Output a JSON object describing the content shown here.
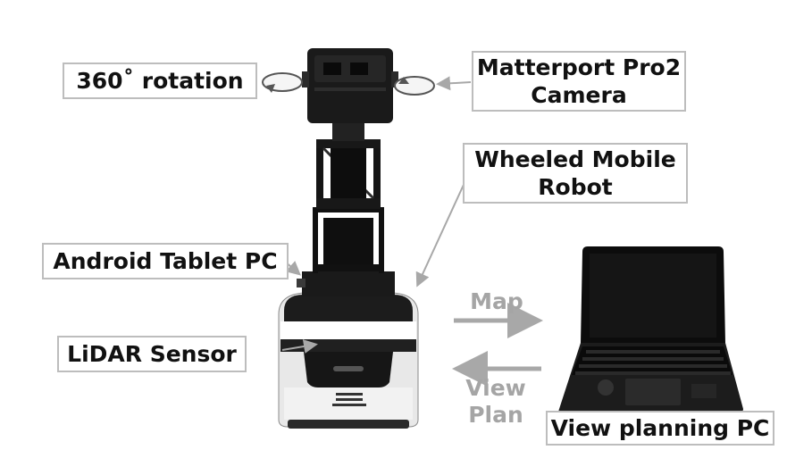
{
  "labels": {
    "rotation": "360˚ rotation",
    "camera": "Matterport Pro2\nCamera",
    "robot": "Wheeled Mobile\nRobot",
    "tablet": "Android Tablet PC",
    "lidar": "LiDAR Sensor",
    "pc": "View planning PC"
  },
  "flows": {
    "map": "Map",
    "view_plan": "View\nPlan"
  },
  "colors": {
    "arrow_gray": "#a8a8a8",
    "box_border": "#bdbdbd"
  }
}
